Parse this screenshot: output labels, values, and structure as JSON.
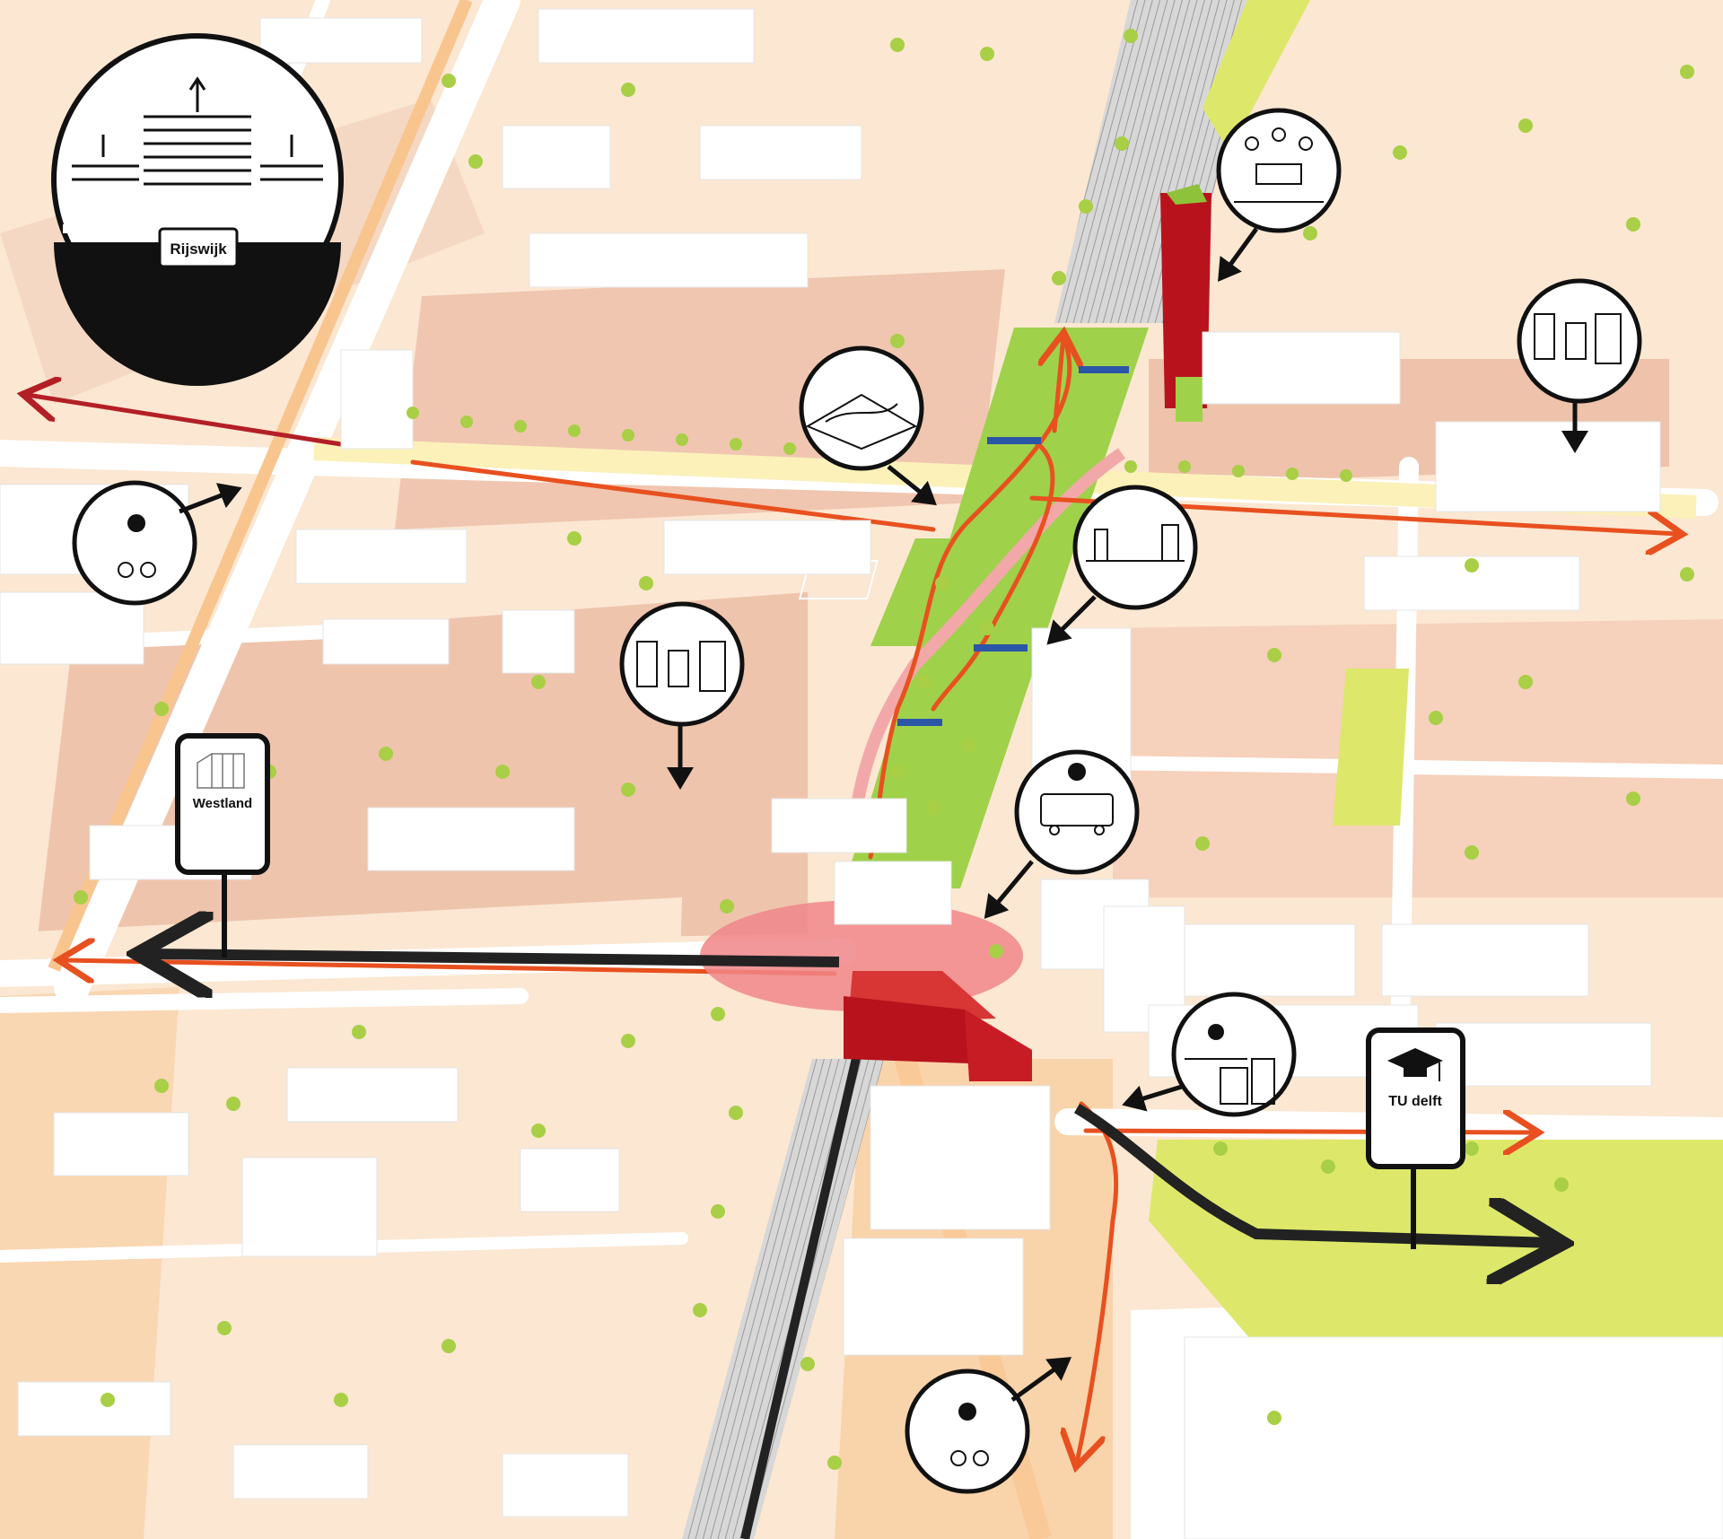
{
  "colors": {
    "ground": "#fbe7d2",
    "street": "#ffffff",
    "building": "#ffffff",
    "building_side": "#e4e4e4",
    "block_pink": "#ecbba4",
    "block_orange": "#f9d3aa",
    "park_green": "#9fd14a",
    "lime_field": "#dde86a",
    "station_red": "#d11f28",
    "route_orange": "#e8501f",
    "route_dark_red": "#b31f26",
    "transit_black": "#222222",
    "promenade_yellow": "#fbf1b9",
    "tree_green": "#a8cf45"
  },
  "places": {
    "rijswijk": "Rijswijk",
    "westland": "Westland",
    "tu_delft": "TU delft"
  },
  "icons": [
    "rijswijk-skyline-icon",
    "westland-greenhouse-icon",
    "graduation-cap-icon",
    "ns-train-logo-icon",
    "bus-icon",
    "bicycle-icon",
    "pedestrian-icon",
    "football-field-icon",
    "railway-tracks-icon"
  ]
}
